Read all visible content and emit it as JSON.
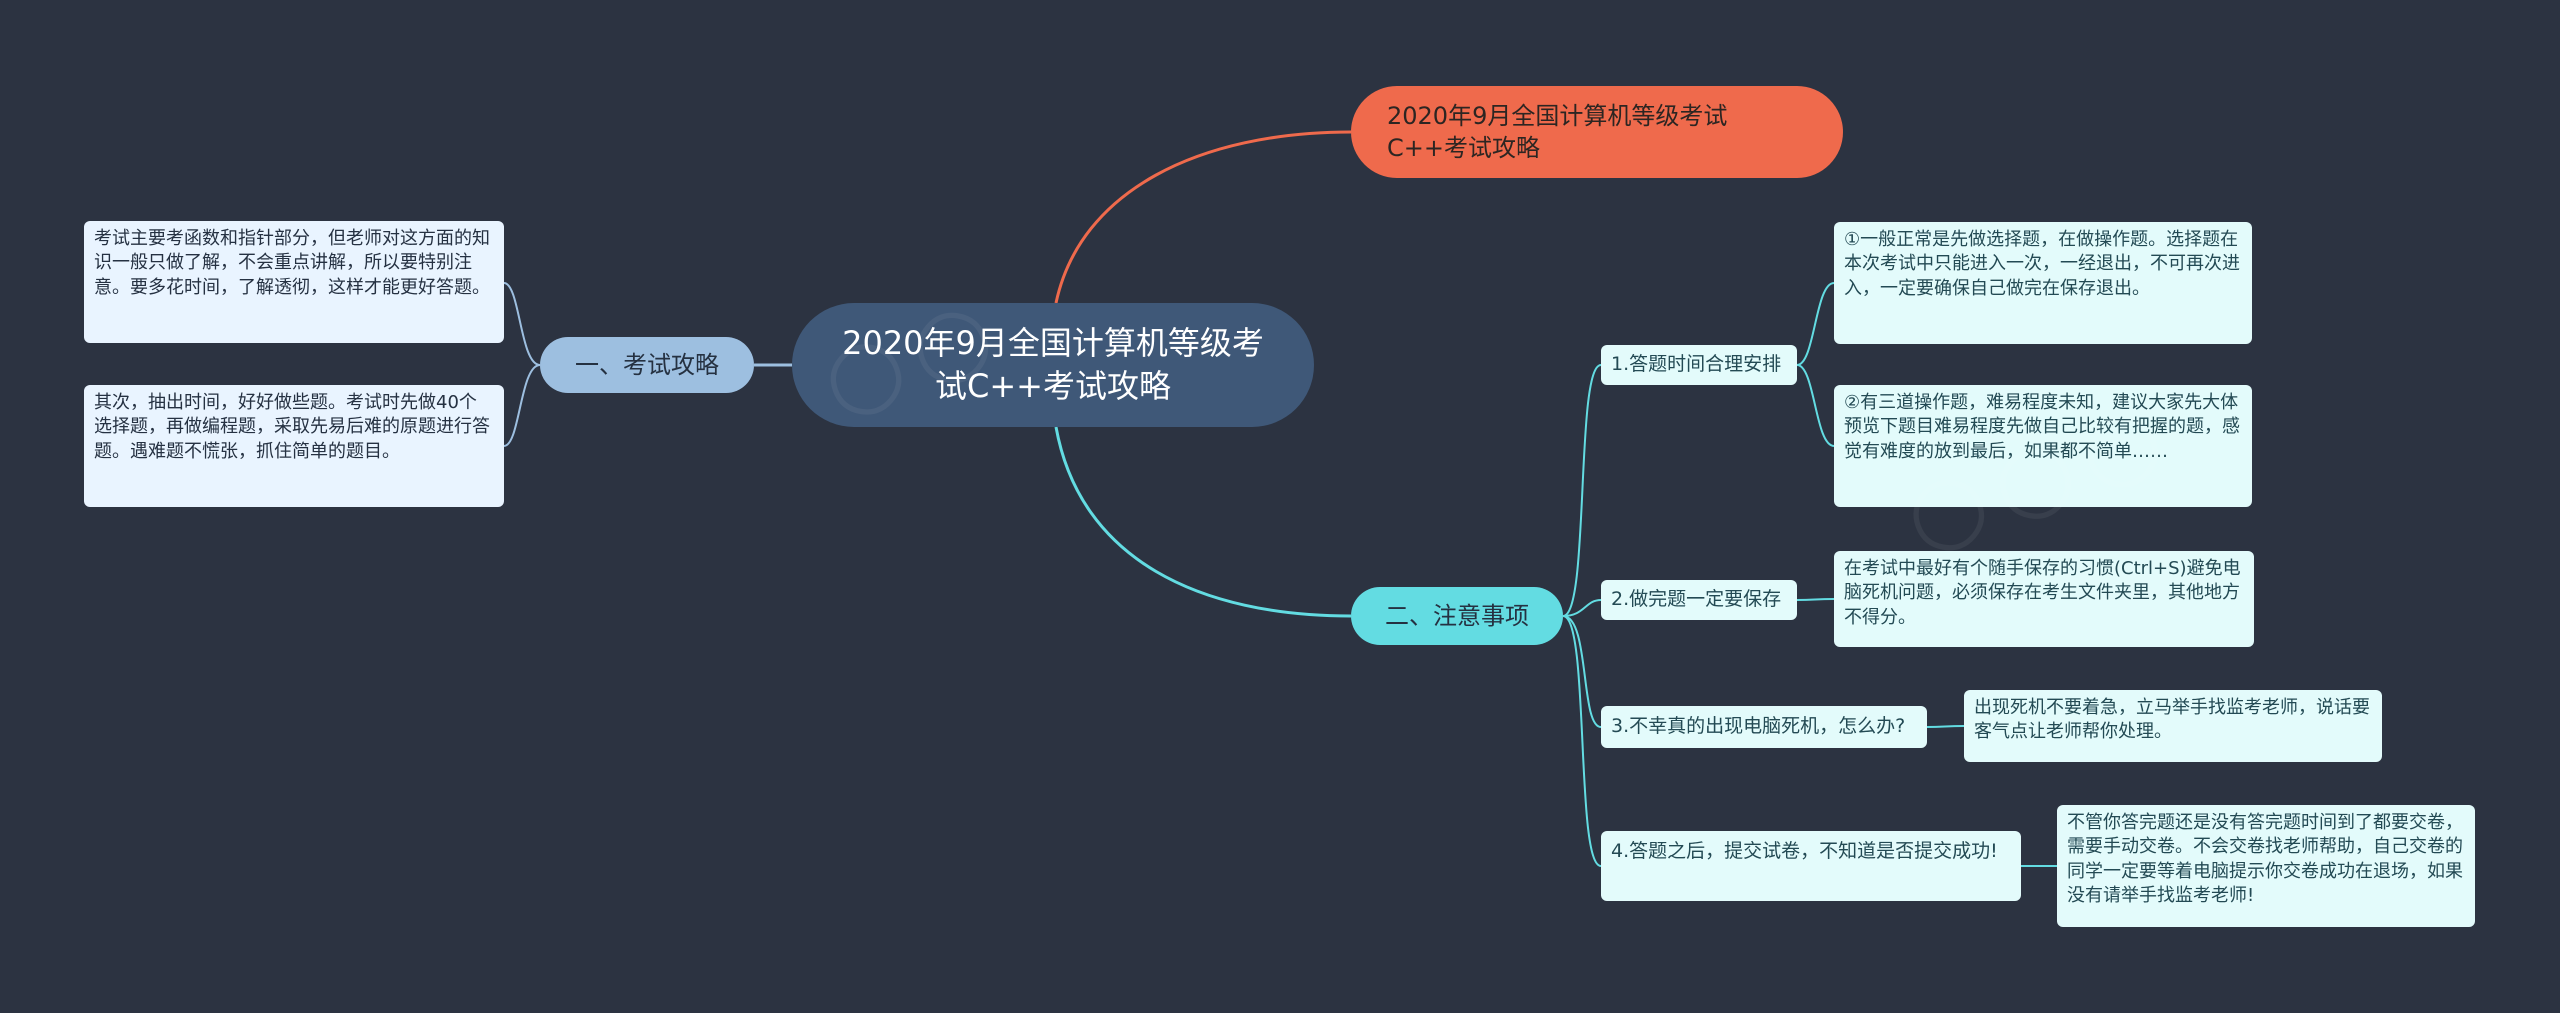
{
  "root": {
    "label": "2020年9月全国计算机等级考试C++考试攻略"
  },
  "title_node": {
    "label": "2020年9月全国计算机等级考试C++考试攻略",
    "color": "#ef6a4c"
  },
  "left_branch": {
    "label": "一、考试攻略",
    "color": "#9dbfe0",
    "leaves": [
      {
        "text": "考试主要考函数和指针部分，但老师对这方面的知识一般只做了解，不会重点讲解，所以要特别注意。要多花时间，了解透彻，这样才能更好答题。"
      },
      {
        "text": "其次，抽出时间，好好做些题。考试时先做40个选择题，再做编程题，采取先易后难的原题进行答题。遇难题不慌张，抓住简单的题目。"
      }
    ]
  },
  "right_branch": {
    "label": "二、注意事项",
    "color": "#63dce2",
    "subs": [
      {
        "label": "1.答题时间合理安排",
        "leaves": [
          {
            "text": "①一般正常是先做选择题，在做操作题。选择题在本次考试中只能进入一次，一经退出，不可再次进入，一定要确保自己做完在保存退出。"
          },
          {
            "text": "②有三道操作题，难易程度未知，建议大家先大体预览下题目难易程度先做自己比较有把握的题，感觉有难度的放到最后，如果都不简单……"
          }
        ]
      },
      {
        "label": "2.做完题一定要保存",
        "leaves": [
          {
            "text": "在考试中最好有个随手保存的习惯(Ctrl+S)避免电脑死机问题，必须保存在考生文件夹里，其他地方不得分。"
          }
        ]
      },
      {
        "label": "3.不幸真的出现电脑死机，怎么办?",
        "leaves": [
          {
            "text": "出现死机不要着急，立马举手找监考老师，说话要客气点让老师帮你处理。"
          }
        ]
      },
      {
        "label": "4.答题之后，提交试卷，不知道是否提交成功!",
        "leaves": [
          {
            "text": "不管你答完题还是没有答完题时间到了都要交卷，需要手动交卷。不会交卷找老师帮助，自己交卷的同学一定要等着电脑提示你交卷成功在退场，如果没有请举手找监考老师!"
          }
        ]
      }
    ]
  },
  "colors": {
    "background": "#2c3341",
    "link_orange": "#ef6a4c",
    "link_blue": "#9dbfe0",
    "link_cyan": "#63dce2"
  }
}
